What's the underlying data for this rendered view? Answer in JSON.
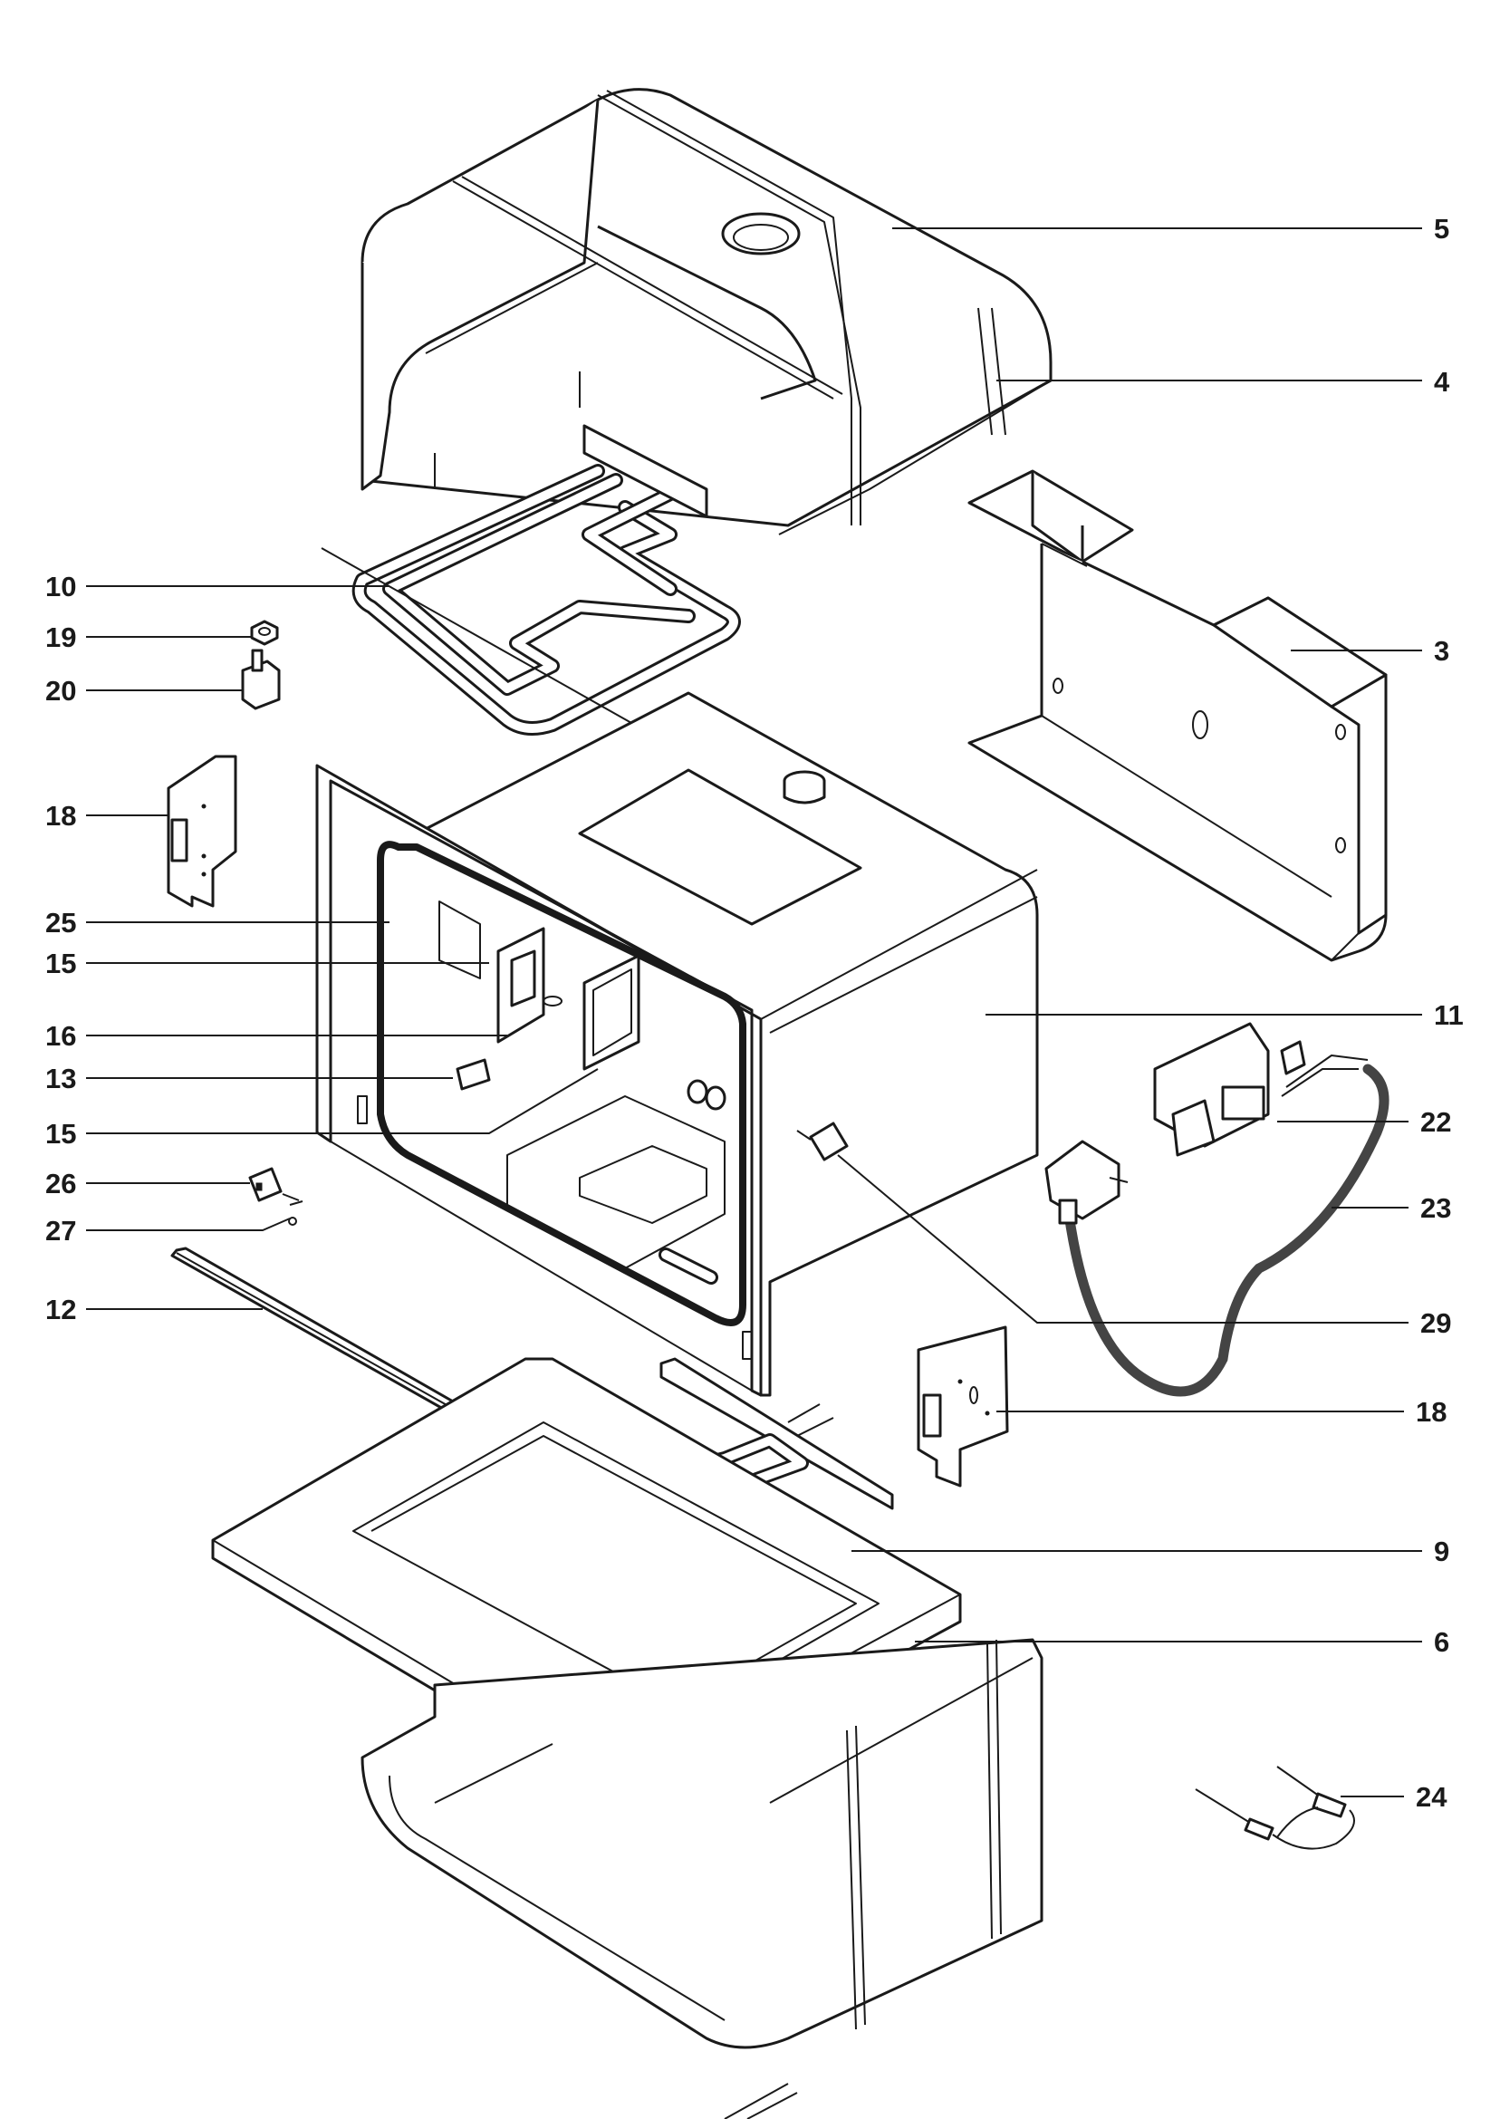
{
  "diagram": {
    "type": "exploded-parts-view",
    "callouts": [
      {
        "id": "5",
        "label": "5"
      },
      {
        "id": "4",
        "label": "4"
      },
      {
        "id": "3",
        "label": "3"
      },
      {
        "id": "10",
        "label": "10"
      },
      {
        "id": "19",
        "label": "19"
      },
      {
        "id": "20",
        "label": "20"
      },
      {
        "id": "18a",
        "label": "18"
      },
      {
        "id": "25",
        "label": "25"
      },
      {
        "id": "15a",
        "label": "15"
      },
      {
        "id": "16",
        "label": "16"
      },
      {
        "id": "13",
        "label": "13"
      },
      {
        "id": "15b",
        "label": "15"
      },
      {
        "id": "11",
        "label": "11"
      },
      {
        "id": "22",
        "label": "22"
      },
      {
        "id": "23",
        "label": "23"
      },
      {
        "id": "26",
        "label": "26"
      },
      {
        "id": "27",
        "label": "27"
      },
      {
        "id": "12",
        "label": "12"
      },
      {
        "id": "29",
        "label": "29"
      },
      {
        "id": "18b",
        "label": "18"
      },
      {
        "id": "9",
        "label": "9"
      },
      {
        "id": "6",
        "label": "6"
      },
      {
        "id": "24",
        "label": "24"
      }
    ]
  },
  "colors": {
    "ink": "#1a1a1a",
    "background": "#ffffff",
    "cable": "#444444"
  }
}
